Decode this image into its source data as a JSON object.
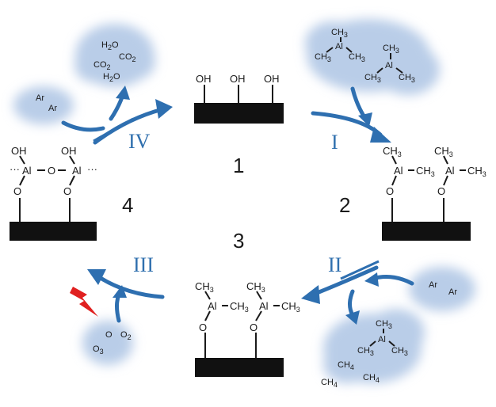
{
  "colors": {
    "arrow": "#2e6fb0",
    "roman_numeral": "#2f6fae",
    "cloud": "#b9cde8",
    "substrate": "#111111",
    "lightning": "#e02020"
  },
  "steps": {
    "center_numbers": [
      "1",
      "2",
      "3",
      "4"
    ],
    "roman": [
      "I",
      "II",
      "III",
      "IV"
    ]
  },
  "state1": {
    "groups": [
      "OH",
      "OH",
      "OH"
    ]
  },
  "state2": {
    "ch3": "CH",
    "sub3": "3",
    "al": "Al",
    "o": "O"
  },
  "state3": {
    "ch3": "CH",
    "sub3": "3",
    "al": "Al",
    "o": "O"
  },
  "state4": {
    "oh": "OH",
    "al": "Al",
    "o": "O",
    "dots": "···"
  },
  "clouds": {
    "ar_top_left": [
      "Ar",
      "Ar"
    ],
    "products_iv": [
      "H",
      "O",
      "CO",
      "CO",
      "H",
      "O"
    ],
    "tma_top_right": "CH",
    "ar_bottom_right": [
      "Ar",
      "Ar"
    ],
    "products_ii_ch4": [
      "CH",
      "CH",
      "CH"
    ],
    "ozone": [
      "O",
      "O",
      "O"
    ]
  },
  "subscripts": {
    "two": "2",
    "three": "3",
    "four": "4"
  }
}
